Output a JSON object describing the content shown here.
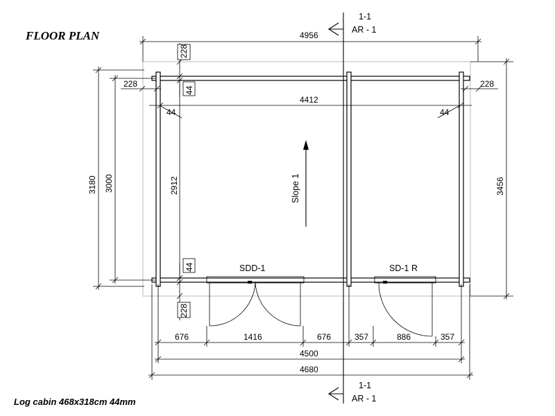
{
  "title": "FLOOR PLAN",
  "caption": "Log cabin 468x318cm 44mm",
  "section": {
    "id": "1-1",
    "ref": "AR - 1"
  },
  "slope_label": "Slope 1",
  "doors": {
    "double": "SDD-1",
    "single": "SD-1 R"
  },
  "dims": {
    "overall_top": "4956",
    "overhang_top": "228",
    "overhang_left": "228",
    "overhang_right": "228",
    "overhang_bottom": "228",
    "wall_top": "44",
    "wall_bottom": "44",
    "wall_left": "44",
    "wall_right": "44",
    "inner_width": "4412",
    "overall_left": "3180",
    "wall_axis_left": "3000",
    "inner_depth": "2912",
    "overall_right": "3456",
    "seg1": "676",
    "seg2": "1416",
    "seg3": "676",
    "seg4": "357",
    "seg5": "886",
    "seg6": "357",
    "axis_width": "4500",
    "outer_width": "4680"
  }
}
